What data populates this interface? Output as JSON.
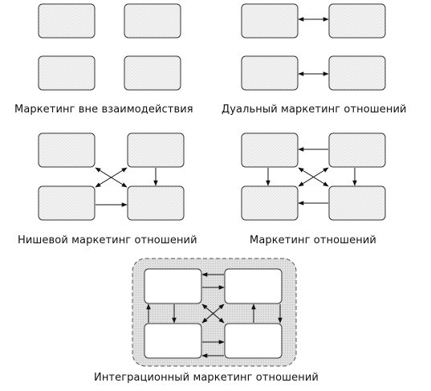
{
  "panels": [
    {
      "id": "no_interaction",
      "caption": "Маркетинг вне взаимодействия"
    },
    {
      "id": "dual",
      "caption": "Дуальный маркетинг отношений"
    },
    {
      "id": "niche",
      "caption": "Нишевой маркетинг отношений"
    },
    {
      "id": "relationship",
      "caption": "Маркетинг отношений"
    },
    {
      "id": "integration",
      "caption": "Интеграционный маркетинг отношений"
    }
  ],
  "colors": {
    "box_fill": "#f0f0f0",
    "box_stroke": "#333333",
    "integration_bg": "#dcdcdc",
    "integration_box_fill": "#ffffff",
    "arrow": "#111111"
  }
}
